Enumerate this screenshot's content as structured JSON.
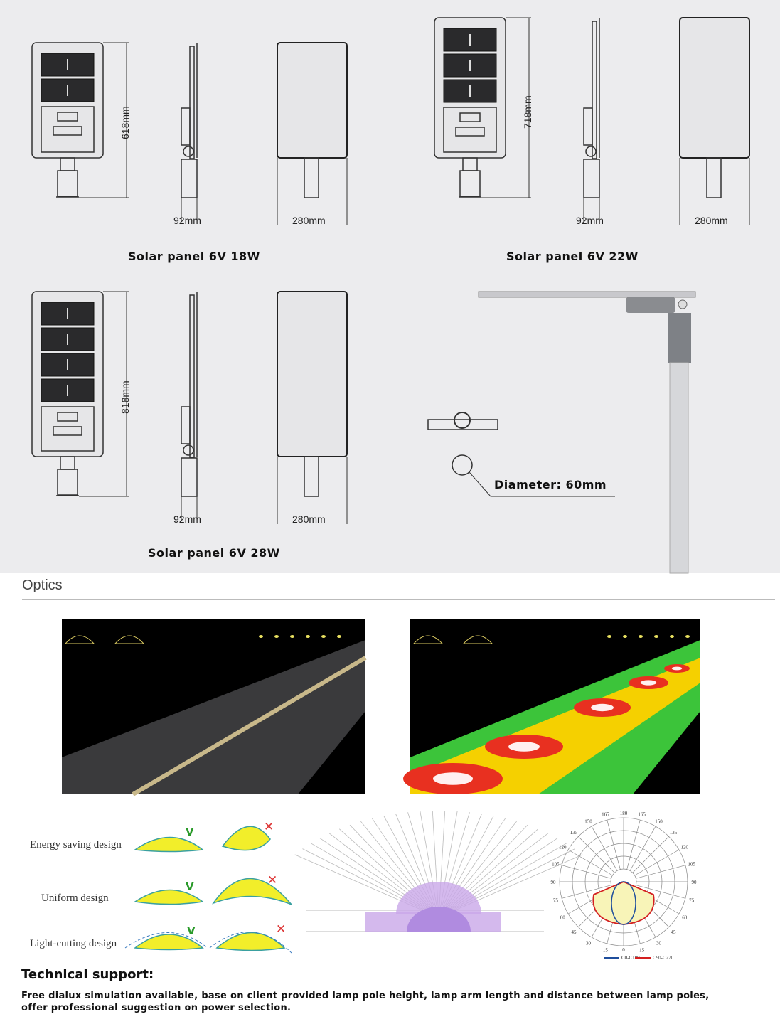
{
  "dimension_groups": [
    {
      "height": "618mm",
      "depth": "92mm",
      "width": "280mm",
      "caption": "Solar panel 6V 18W",
      "modules": 2
    },
    {
      "height": "718mm",
      "depth": "92mm",
      "width": "280mm",
      "caption": "Solar panel 6V 22W",
      "modules": 3
    },
    {
      "height": "818mm",
      "depth": "92mm",
      "width": "280mm",
      "caption": "Solar panel 6V 28W",
      "modules": 4
    }
  ],
  "pole": {
    "diameter_label": "Diameter: 60mm"
  },
  "optics": {
    "title": "Optics",
    "designs": [
      {
        "label": "Energy saving design",
        "good": "V",
        "bad": "✕"
      },
      {
        "label": "Uniform design",
        "good": "V",
        "bad": "✕"
      },
      {
        "label": "Light-cutting design",
        "good": "V",
        "bad": "✕"
      }
    ],
    "polar": {
      "angles_left": [
        "165",
        "150",
        "135",
        "120",
        "105",
        "90",
        "75",
        "60",
        "45",
        "30",
        "15"
      ],
      "angles_right": [
        "165",
        "150",
        "135",
        "120",
        "105",
        "90",
        "75",
        "60",
        "45",
        "30",
        "15"
      ],
      "top": "180",
      "bottom": "0",
      "legend": [
        {
          "name": "C0-C180",
          "color": "#1f4e9c"
        },
        {
          "name": "C90-C270",
          "color": "#d42020"
        }
      ]
    }
  },
  "technical": {
    "title": "Technical support:",
    "line1": "Free dialux simulation available, base on client provided lamp pole height, lamp arm length and distance between lamp poles,",
    "line2": "offer professional suggestion on power selection."
  }
}
